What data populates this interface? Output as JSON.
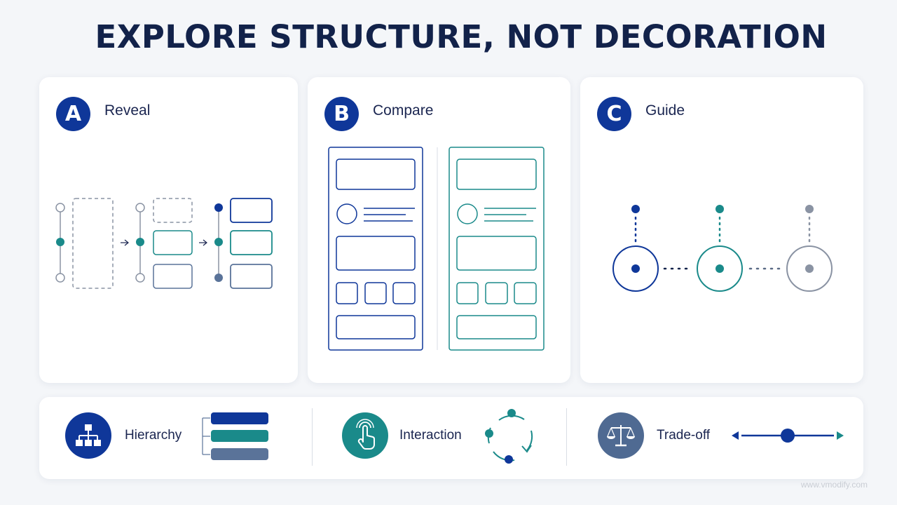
{
  "title": "EXPLORE STRUCTURE, NOT DECORATION",
  "colors": {
    "navy": "#0f3799",
    "teal": "#1a8a8a",
    "slate": "#5a7399",
    "gray": "#8a93a3",
    "text": "#12224a"
  },
  "cards": [
    {
      "badge": "A",
      "label": "Reveal"
    },
    {
      "badge": "B",
      "label": "Compare"
    },
    {
      "badge": "C",
      "label": "Guide"
    }
  ],
  "bottom": [
    {
      "label": "Hierarchy",
      "icon": "org-chart-icon"
    },
    {
      "label": "Interaction",
      "icon": "tap-hand-icon"
    },
    {
      "label": "Trade-off",
      "icon": "balance-scale-icon"
    }
  ],
  "watermark": "www.vmodify.com"
}
